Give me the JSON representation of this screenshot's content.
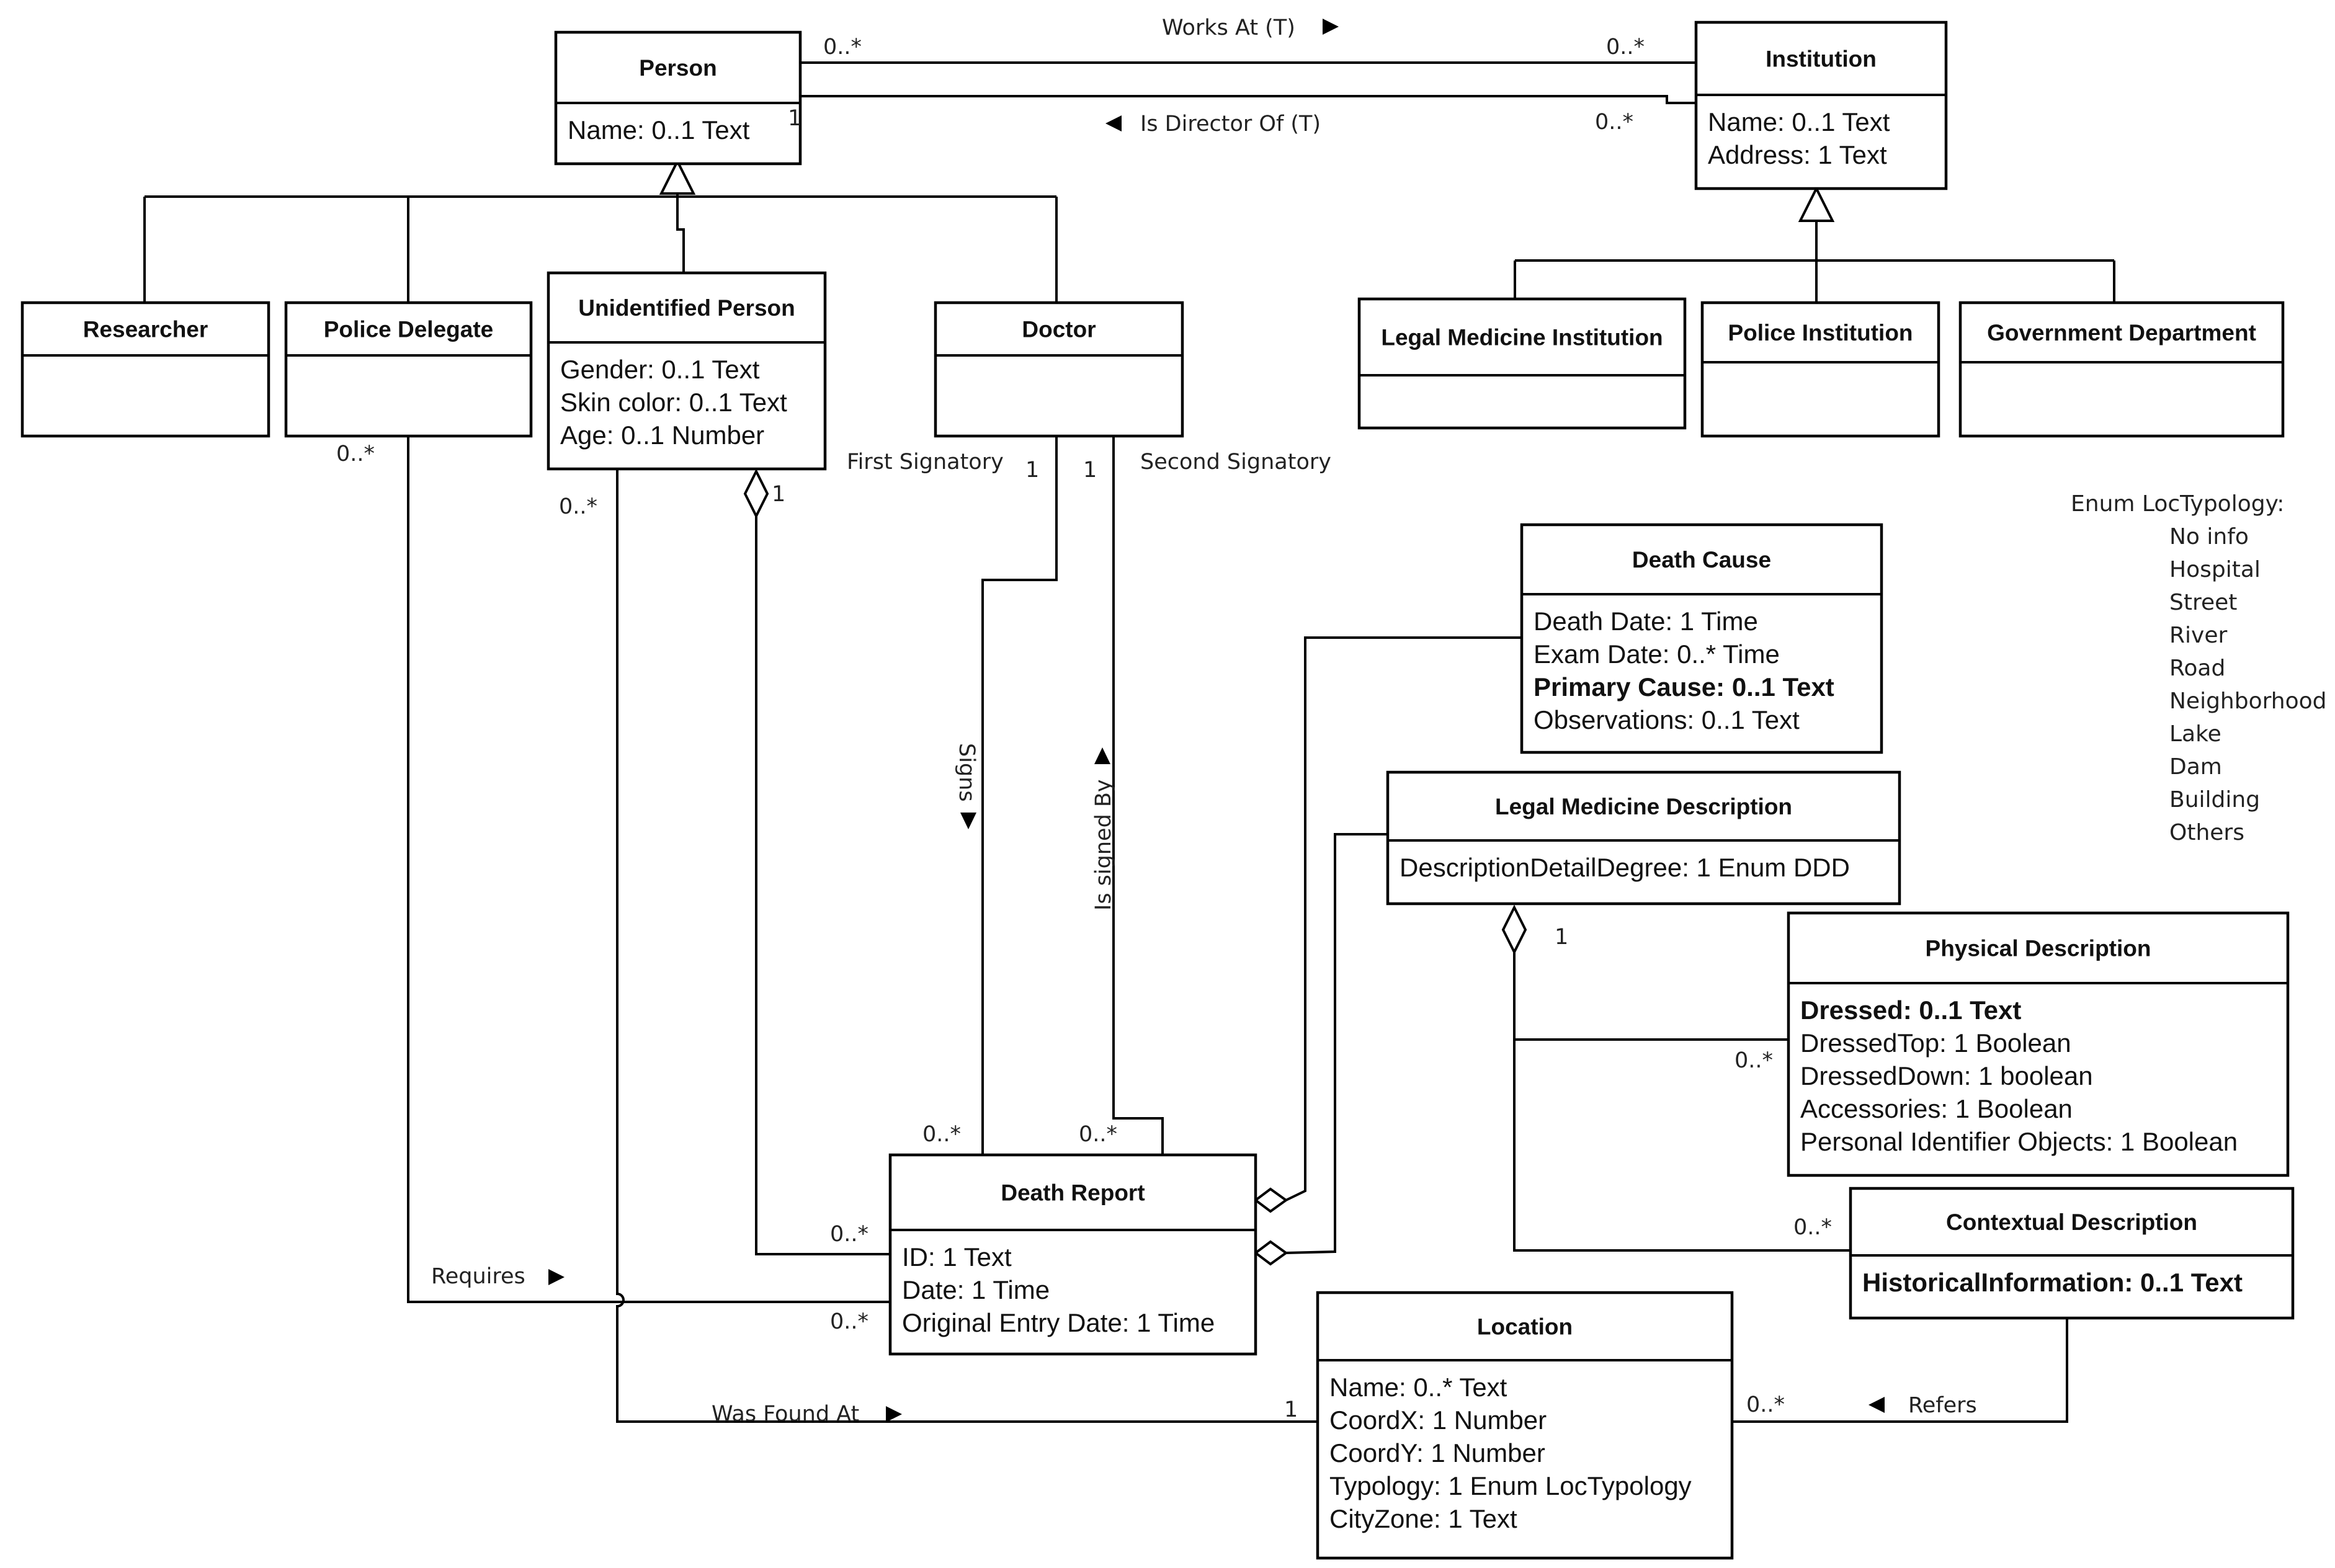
{
  "classes": {
    "person": {
      "name": "Person",
      "attrs": [
        {
          "text": "Name: 0..1 Text",
          "bold": false
        }
      ]
    },
    "institution": {
      "name": "Institution",
      "attrs": [
        {
          "text": "Name: 0..1 Text",
          "bold": false
        },
        {
          "text": "Address: 1 Text",
          "bold": false
        }
      ]
    },
    "researcher": {
      "name": "Researcher",
      "attrs": []
    },
    "police_delegate": {
      "name": "Police Delegate",
      "attrs": []
    },
    "unidentified_person": {
      "name": "Unidentified Person",
      "attrs": [
        {
          "text": "Gender: 0..1 Text",
          "bold": false
        },
        {
          "text": "Skin color: 0..1 Text",
          "bold": false
        },
        {
          "text": "Age: 0..1 Number",
          "bold": false
        }
      ]
    },
    "doctor": {
      "name": "Doctor",
      "attrs": []
    },
    "legal_medicine_institution": {
      "name": "Legal Medicine Institution",
      "attrs": []
    },
    "police_institution": {
      "name": "Police Institution",
      "attrs": []
    },
    "government_department": {
      "name": "Government Department",
      "attrs": []
    },
    "death_cause": {
      "name": "Death Cause",
      "attrs": [
        {
          "text": "Death Date: 1 Time",
          "bold": false
        },
        {
          "text": "Exam Date: 0..* Time",
          "bold": false
        },
        {
          "text": "Primary Cause: 0..1 Text",
          "bold": true
        },
        {
          "text": "Observations: 0..1 Text",
          "bold": false
        }
      ]
    },
    "legal_medicine_description": {
      "name": "Legal Medicine Description",
      "attrs": [
        {
          "text": "DescriptionDetailDegree: 1 Enum DDD",
          "bold": false
        }
      ]
    },
    "physical_description": {
      "name": "Physical Description",
      "attrs": [
        {
          "text": "Dressed: 0..1 Text",
          "bold": true
        },
        {
          "text": "DressedTop: 1 Boolean",
          "bold": false
        },
        {
          "text": "DressedDown: 1 boolean",
          "bold": false
        },
        {
          "text": "Accessories: 1 Boolean",
          "bold": false
        },
        {
          "text": "Personal Identifier Objects: 1 Boolean",
          "bold": false
        }
      ]
    },
    "contextual_description": {
      "name": "Contextual Description",
      "attrs": [
        {
          "text": "HistoricalInformation: 0..1 Text",
          "bold": true
        }
      ]
    },
    "death_report": {
      "name": "Death Report",
      "attrs": [
        {
          "text": "ID: 1 Text",
          "bold": false
        },
        {
          "text": "Date: 1 Time",
          "bold": false
        },
        {
          "text": "Original Entry Date: 1 Time",
          "bold": false
        }
      ]
    },
    "location": {
      "name": "Location",
      "attrs": [
        {
          "text": "Name: 0..* Text",
          "bold": false
        },
        {
          "text": "CoordX: 1 Number",
          "bold": false
        },
        {
          "text": "CoordY: 1 Number",
          "bold": false
        },
        {
          "text": "Typology: 1 Enum LocTypology",
          "bold": false
        },
        {
          "text": "CityZone: 1 Text",
          "bold": false
        }
      ]
    }
  },
  "associations": {
    "works_at": "Works At (T)",
    "is_director_of": "Is Director Of (T)",
    "signs": "Signs",
    "is_signed_by": "Is signed By",
    "requires": "Requires",
    "was_found_at": "Was Found At",
    "refers": "Refers"
  },
  "roles": {
    "first_signatory": "First Signatory",
    "second_signatory": "Second Signatory"
  },
  "multiplicities": {
    "works_at_person": "0..*",
    "works_at_institution": "0..*",
    "director_person": "1",
    "director_institution": "0..*",
    "police_delegate": "0..*",
    "unidentified_person_found": "0..*",
    "unidentified_person_agg": "1",
    "doctor_first": "1",
    "doctor_second": "1",
    "report_signs": "0..*",
    "report_signed_by": "0..*",
    "report_unidentified": "0..*",
    "report_requires": "0..*",
    "lmd_agg": "1",
    "physical_desc": "0..*",
    "contextual_desc": "0..*",
    "location_found": "1",
    "location_refers": "0..*"
  },
  "enum_loc_typology": {
    "title": "Enum LocTypology:",
    "values": [
      "No info",
      "Hospital",
      "Street",
      "River",
      "Road",
      "Neighborhood",
      "Lake",
      "Dam",
      "Building",
      "Others"
    ]
  }
}
